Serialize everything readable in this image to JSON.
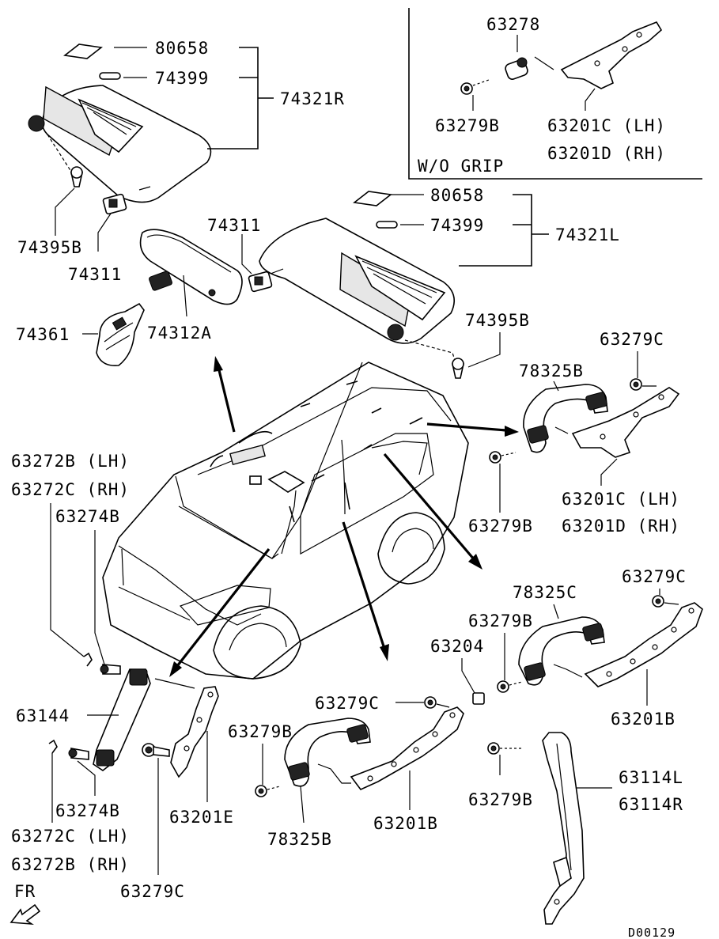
{
  "labels": {
    "p80658_a": "80658",
    "p74399_a": "74399",
    "p74321R": "74321R",
    "p74395B_a": "74395B",
    "p74311_a": "74311",
    "p74311_b": "74311",
    "p74361": "74361",
    "p74312A": "74312A",
    "p80658_b": "80658",
    "p74399_b": "74399",
    "p74321L": "74321L",
    "p74395B_b": "74395B",
    "p63278": "63278",
    "p63279B_wo": "63279B",
    "p63201C_wo": "63201C (LH)",
    "p63201D_wo": "63201D (RH)",
    "wo_grip": "W/O GRIP",
    "p63279C_a": "63279C",
    "p78325B_a": "78325B",
    "p63279B_a": "63279B",
    "p63201C_a": "63201C (LH)",
    "p63201D_a": "63201D (RH)",
    "p63272B_lh": "63272B (LH)",
    "p63272C_rh": "63272C (RH)",
    "p63274B_a": "63274B",
    "p63279C_b": "63279C",
    "p78325C": "78325C",
    "p63279B_b": "63279B",
    "p63204": "63204",
    "p63201B_a": "63201B",
    "p63144": "63144",
    "p63279C_c": "63279C",
    "p63279B_c": "63279B",
    "p63274B_b": "63274B",
    "p63201E": "63201E",
    "p78325B_b": "78325B",
    "p63201B_b": "63201B",
    "p63279B_d": "63279B",
    "p63114L": "63114L",
    "p63114R": "63114R",
    "p63272C_lh": "63272C (LH)",
    "p63272B_rh": "63272B (RH)",
    "p63279C_d": "63279C",
    "fr": "FR",
    "diagram_code": "D00129"
  }
}
